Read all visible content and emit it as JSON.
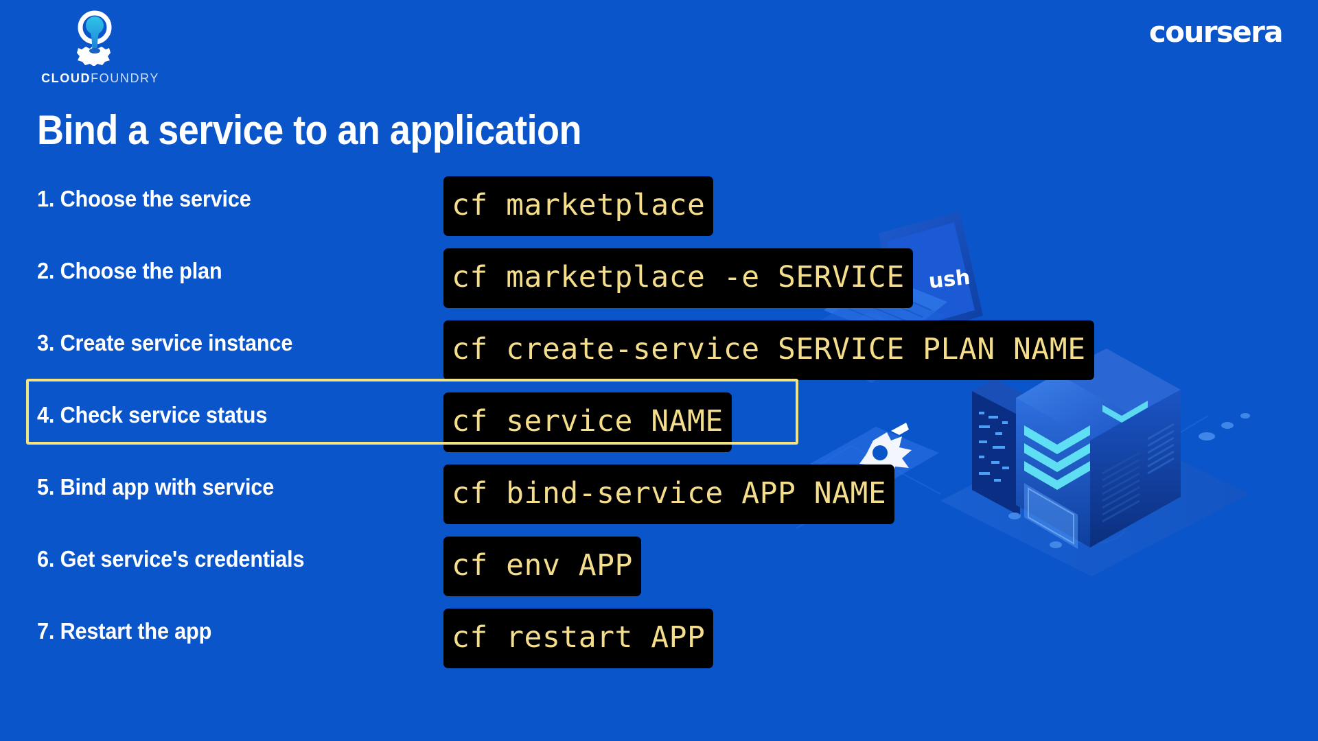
{
  "brand": {
    "logo_icon": "cloud-foundry-lightbulb-gear-icon",
    "wordmark_bold": "CLOUD",
    "wordmark_light": "FOUNDRY",
    "partner_logo": "coursera"
  },
  "slide": {
    "title": "Bind a service to an application",
    "background_color": "#0B55CB",
    "highlight_color": "#F2E383",
    "command_bg": "#000000",
    "command_fg": "#F5DE8B",
    "highlighted_step_index": 3
  },
  "steps": [
    {
      "label": "1. Choose the service",
      "command": "cf marketplace"
    },
    {
      "label": "2. Choose the plan",
      "command": "cf marketplace -e SERVICE"
    },
    {
      "label": "3. Create service instance",
      "command": "cf create-service SERVICE PLAN NAME"
    },
    {
      "label": "4. Check service status",
      "command": "cf service NAME"
    },
    {
      "label": "5. Bind app with service",
      "command": "cf bind-service APP NAME"
    },
    {
      "label": "6. Get service's credentials",
      "command": "cf env APP"
    },
    {
      "label": "7. Restart the app",
      "command": "cf restart APP"
    }
  ],
  "illustration": {
    "laptop_screen_text": "ush",
    "description": "isometric-laptop-and-server-rack"
  }
}
